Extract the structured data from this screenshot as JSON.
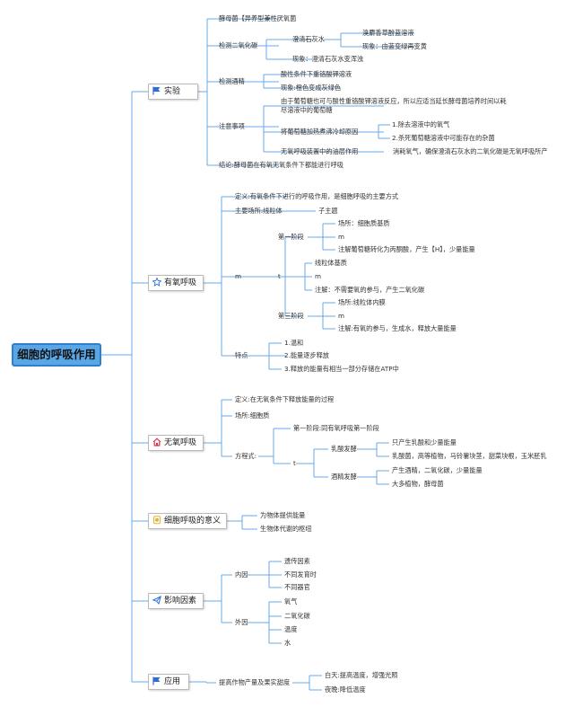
{
  "root": "细胞的呼吸作用",
  "icons": {
    "flag": "#2b6fd6",
    "star": "#2b6fd6",
    "home": "#d9334d",
    "medal": "#e6b02e",
    "send": "#2b6fd6"
  },
  "line_color": "#6aa8e8",
  "branches": [
    {
      "label": "实验",
      "icon": "flag-icon"
    },
    {
      "label": "有氧呼吸",
      "icon": "star-icon"
    },
    {
      "label": "无氧呼吸",
      "icon": "home-icon"
    },
    {
      "label": "细胞呼吸的意义",
      "icon": "medal-icon"
    },
    {
      "label": "影响因素",
      "icon": "send-icon"
    },
    {
      "label": "应用",
      "icon": "flag-icon"
    }
  ],
  "nodes": [
    "酵母菌【异养型兼性厌氧菌",
    "检测二氧化碳",
    "澄清石灰水",
    "溴麝香草酚蓝溶液",
    "现象：由蓝变绿再变黄",
    "现象：澄清石灰水变浑浊",
    "检测酒精",
    "酸性条件下重铬酸钾溶液",
    "现象:橙色变成灰绿色",
    "注意事项",
    "由于葡萄糖也可与酸性重铬酸钾溶液反应，所以应适当延长酵母菌培养时间以耗",
    "尽溶液中的葡萄糖",
    "将葡萄糖加热煮沸冷却原因",
    "1.除去溶液中的氧气",
    "2.杀死葡萄糖溶液中可能存在的杂菌",
    "无氧呼吸装置中的油层作用",
    "消耗氧气，确保澄清石灰水的二氧化碳是无氧呼吸所产",
    "结论:酵母菌在有氧无氧条件下都能进行呼吸",
    "定义:有氧条件下进行的呼吸作用，是细胞呼吸的主要方式",
    "主要场所:线粒体",
    "子主题",
    "m",
    "第一阶段",
    "场所：细胞质基质",
    "m",
    "注解葡萄糖转化为丙酮酸，产生【H】，少量能量",
    "t",
    "线粒体基质",
    "m",
    "注解：不需要氧的参与，产生二氧化碳",
    "第三阶段",
    "场所:线粒体内膜",
    "m",
    "注解:有氧的参与，生成水，释放大量能量",
    "特点",
    "1.温和",
    "2.能量逐步释放",
    "3.释放的能量有相当一部分存储在ATP中",
    "定义:在无氧条件下释放能量的过程",
    "场所:细胞质",
    "方程式:",
    "第一阶段:同有氧呼吸第一阶段",
    "t",
    "乳酸发酵",
    "只产生乳酸和少量能量",
    "乳酸菌，高等植物，马铃薯块茎，甜菜块根，玉米胚乳",
    "酒精发酵",
    "产生酒精，二氧化碳，少量能量",
    "大多植物，酵母菌",
    "为物体提供能量",
    "生物体代谢的枢纽",
    "内因",
    "遗传因素",
    "不同发育时",
    "不同器官",
    "外因",
    "氧气",
    "二氧化碳",
    "温度",
    "水",
    "提高作物产量及果实甜度",
    "白天:提高温度，增强光照",
    "夜晚:降低温度"
  ]
}
